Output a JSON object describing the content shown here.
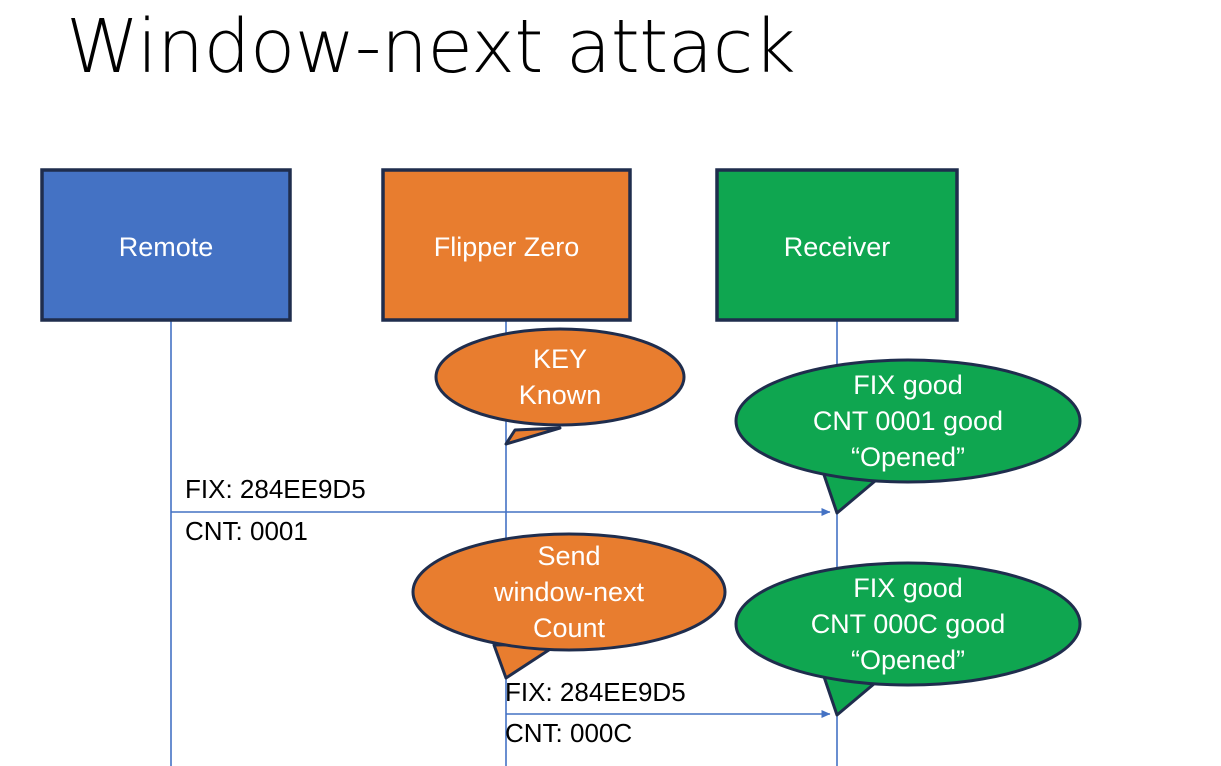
{
  "slide": {
    "title": "Window-next attack",
    "background_color": "#FFFFFF"
  },
  "palette": {
    "blue_fill": "#4472C4",
    "orange_fill": "#E87D2F",
    "green_fill": "#0FA650",
    "outline": "#1F2D4D",
    "connector": "#4472C4",
    "text_on_shape": "#FFFFFF",
    "text_on_slide": "#000000"
  },
  "actors": [
    {
      "id": "remote",
      "label": "Remote",
      "fill": "#4472C4"
    },
    {
      "id": "flipper",
      "label": "Flipper Zero",
      "fill": "#E87D2F"
    },
    {
      "id": "receiver",
      "label": "Receiver",
      "fill": "#0FA650"
    }
  ],
  "callouts": [
    {
      "id": "key-known",
      "owner": "flipper",
      "fill": "#E87D2F",
      "lines": [
        "KEY",
        "Known"
      ]
    },
    {
      "id": "receiver-verdict-1",
      "owner": "receiver",
      "fill": "#0FA650",
      "lines": [
        "FIX good",
        "CNT 0001 good",
        "“Opened”"
      ]
    },
    {
      "id": "send-window-next",
      "owner": "flipper",
      "fill": "#E87D2F",
      "lines": [
        "Send",
        "window-next",
        "Count"
      ]
    },
    {
      "id": "receiver-verdict-2",
      "owner": "receiver",
      "fill": "#0FA650",
      "lines": [
        "FIX good",
        "CNT 000C good",
        "“Opened”"
      ]
    }
  ],
  "messages": [
    {
      "id": "msg-1",
      "from": "remote",
      "to": "receiver",
      "line_above": "FIX: 284EE9D5",
      "line_below": "CNT: 0001"
    },
    {
      "id": "msg-2",
      "from": "flipper",
      "to": "receiver",
      "line_above": "FIX: 284EE9D5",
      "line_below": "CNT: 000C"
    }
  ]
}
